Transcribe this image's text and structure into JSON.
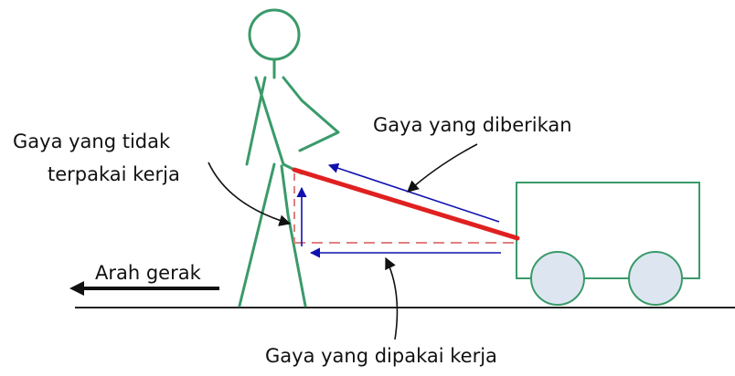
{
  "labels": {
    "force_applied": "Gaya yang diberikan",
    "force_unused_line1": "Gaya yang tidak",
    "force_unused_line2": "terpakai kerja",
    "force_used": "Gaya yang dipakai kerja",
    "direction": "Arah gerak"
  },
  "colors": {
    "figure": "#3a9a6a",
    "pull_handle": "#e02020",
    "force_vector": "#1010b0",
    "horizontal_component_dashed": "#e08080",
    "cart_wheel_fill": "#dde6f0",
    "ground": "#222222",
    "text": "#111111"
  }
}
